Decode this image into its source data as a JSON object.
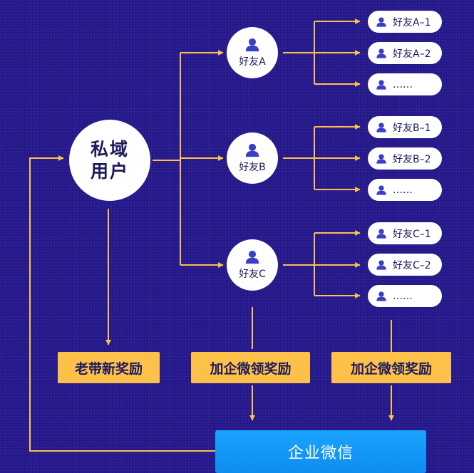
{
  "root": {
    "line1": "私域",
    "line2": "用户"
  },
  "friends": [
    {
      "label": "好友A",
      "children": [
        "好友A–1",
        "好友A–2",
        "……"
      ]
    },
    {
      "label": "好友B",
      "children": [
        "好友B–1",
        "好友B–2",
        "……"
      ]
    },
    {
      "label": "好友C",
      "children": [
        "好友C–1",
        "好友C–2",
        "……"
      ]
    }
  ],
  "rewards": {
    "old_brings_new": "老带新奖励",
    "add_wecom_1": "加企微领奖励",
    "add_wecom_2": "加企微领奖励"
  },
  "wecom_label": "企业微信",
  "colors": {
    "background": "#24178a",
    "arrow": "#fdc14a",
    "reward_box": "#fdc14a",
    "wecom_box": "#1396f5",
    "icon": "#3a3fc8"
  }
}
